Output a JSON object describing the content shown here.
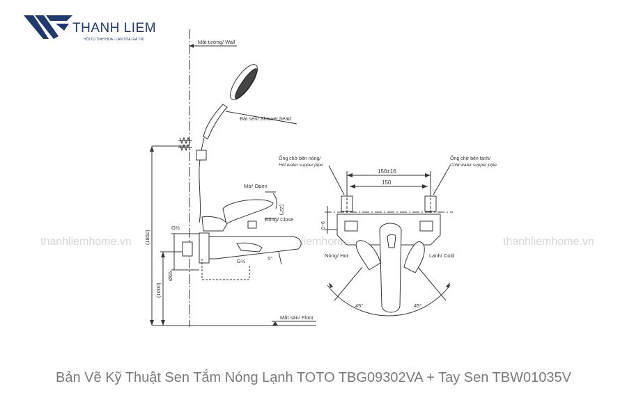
{
  "brand": {
    "name": "THANH LIEM",
    "slogan": "HỘI TỤ TINH HOA - LAN TỎA GIÁ TRỊ",
    "color": "#1f3a6e"
  },
  "watermark": {
    "text": "thanhliemhome.vn",
    "color": "#d6d6d6"
  },
  "side_view": {
    "wall": "Mặt tường/ Wall",
    "shower_head": "Bát sen/ Shower head",
    "open": "Mở/ Open",
    "close": "Đóng/ Close",
    "angle_open": "(22°)",
    "angle_close": "5°",
    "inlet": "G½",
    "outlet": "G½",
    "height_total": "(1850)",
    "height_mixer": "(1000)",
    "diameter": "Ø65",
    "floor": "Mặt sàn/ Floor"
  },
  "front_view": {
    "hot_pipe_vi": "Ống chờ bên nóng/",
    "hot_pipe_en": "Hot water supper pipe",
    "cold_pipe_vi": "Ống chờ bên lạnh/",
    "cold_pipe_en": "Cold water supper pipe",
    "dim_range": "150±16",
    "dim_center": "150",
    "offset": "0~6",
    "hot": "Nóng/ Hot",
    "cold": "Lạnh/ Cold",
    "angle_left": "45°",
    "angle_right": "45°"
  },
  "caption": "Bản Vẽ Kỹ Thuật Sen Tắm Nóng Lạnh TOTO TBG09302VA + Tay Sen TBW01035V"
}
